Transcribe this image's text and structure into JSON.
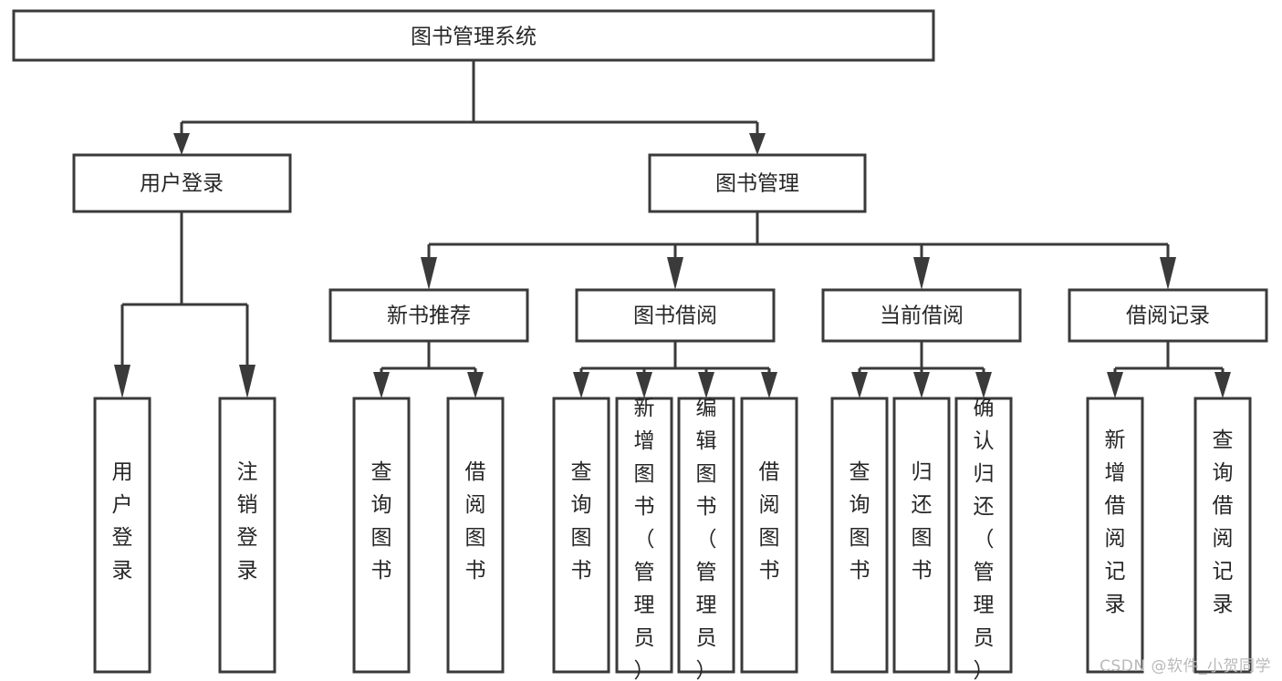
{
  "diagram": {
    "type": "tree-hierarchy",
    "title": "图书管理系统",
    "orientation": "top-down",
    "levels": 4,
    "root": {
      "id": "root",
      "label": "图书管理系统"
    },
    "level2": [
      {
        "id": "user-login",
        "label": "用户登录"
      },
      {
        "id": "book-management",
        "label": "图书管理"
      }
    ],
    "level3": [
      {
        "id": "new-book-recommend",
        "label": "新书推荐",
        "parent": "book-management"
      },
      {
        "id": "book-borrow",
        "label": "图书借阅",
        "parent": "book-management"
      },
      {
        "id": "current-borrow",
        "label": "当前借阅",
        "parent": "book-management"
      },
      {
        "id": "borrow-record",
        "label": "借阅记录",
        "parent": "book-management"
      }
    ],
    "leaves": [
      {
        "id": "leaf-user-login",
        "label": "用户登录",
        "parent": "user-login"
      },
      {
        "id": "leaf-logout-login",
        "label": "注销登录",
        "parent": "user-login"
      },
      {
        "id": "leaf-query-book-1",
        "label": "查询图书",
        "parent": "new-book-recommend"
      },
      {
        "id": "leaf-borrow-book-1",
        "label": "借阅图书",
        "parent": "new-book-recommend"
      },
      {
        "id": "leaf-query-book-2",
        "label": "查询图书",
        "parent": "book-borrow"
      },
      {
        "id": "leaf-add-book",
        "label": "新增图书（管理员）",
        "parent": "book-borrow"
      },
      {
        "id": "leaf-edit-book",
        "label": "编辑图书（管理员）",
        "parent": "book-borrow"
      },
      {
        "id": "leaf-borrow-book-2",
        "label": "借阅图书",
        "parent": "book-borrow"
      },
      {
        "id": "leaf-query-book-3",
        "label": "查询图书",
        "parent": "current-borrow"
      },
      {
        "id": "leaf-return-book",
        "label": "归还图书",
        "parent": "current-borrow"
      },
      {
        "id": "leaf-confirm-return",
        "label": "确认归还（管理员）",
        "parent": "current-borrow"
      },
      {
        "id": "leaf-add-record",
        "label": "新增借阅记录",
        "parent": "borrow-record"
      },
      {
        "id": "leaf-query-record",
        "label": "查询借阅记录",
        "parent": "borrow-record"
      }
    ],
    "colors": {
      "box_fill": "#ffffff",
      "box_stroke": "#3a3a3a",
      "text": "#262626",
      "background": "#ffffff",
      "watermark": "#b9b9b9"
    }
  },
  "watermark": {
    "text": "CSDN @软件_小贺同学"
  }
}
